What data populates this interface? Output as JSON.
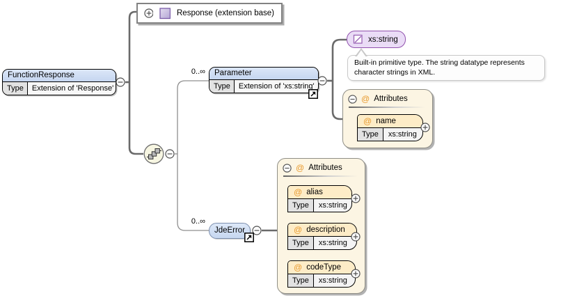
{
  "colors": {
    "element_header": "#c9daf2",
    "attribute_header": "#fdecc7",
    "attribute_panel": "#fcf5e3",
    "simple_type_fill": "#eadcf6",
    "simple_type_border": "#9152ae",
    "at_symbol_orange": "#e8992c",
    "connector_gray": "#6a6a6a"
  },
  "nodes": {
    "function_response": {
      "title": "FunctionResponse",
      "type_label": "Type",
      "type_value": "Extension of 'Response'"
    },
    "response_base": {
      "label": "Response (extension base)"
    },
    "parameter": {
      "occurrence": "0..∞",
      "title": "Parameter",
      "type_label": "Type",
      "type_value": "Extension of 'xs:string'"
    },
    "xs_string": {
      "label": "xs:string"
    },
    "xs_string_tooltip": {
      "text": "Built-in primitive type. The string datatype represents character strings in XML.",
      "lines": [
        "Built-in primitive type. The string datatype represents",
        "character strings in XML."
      ]
    },
    "parameter_attributes": {
      "title": "Attributes",
      "at_symbol": "@",
      "attributes": [
        {
          "at_symbol": "@",
          "name": "name",
          "type_label": "Type",
          "type_value": "xs:string"
        }
      ]
    },
    "jde_error": {
      "occurrence": "0..∞",
      "title": "JdeError"
    },
    "jde_error_attributes": {
      "title": "Attributes",
      "at_symbol": "@",
      "attributes": [
        {
          "at_symbol": "@",
          "name": "alias",
          "type_label": "Type",
          "type_value": "xs:string"
        },
        {
          "at_symbol": "@",
          "name": "description",
          "type_label": "Type",
          "type_value": "xs:string"
        },
        {
          "at_symbol": "@",
          "name": "codeType",
          "type_label": "Type",
          "type_value": "xs:string"
        }
      ]
    }
  }
}
